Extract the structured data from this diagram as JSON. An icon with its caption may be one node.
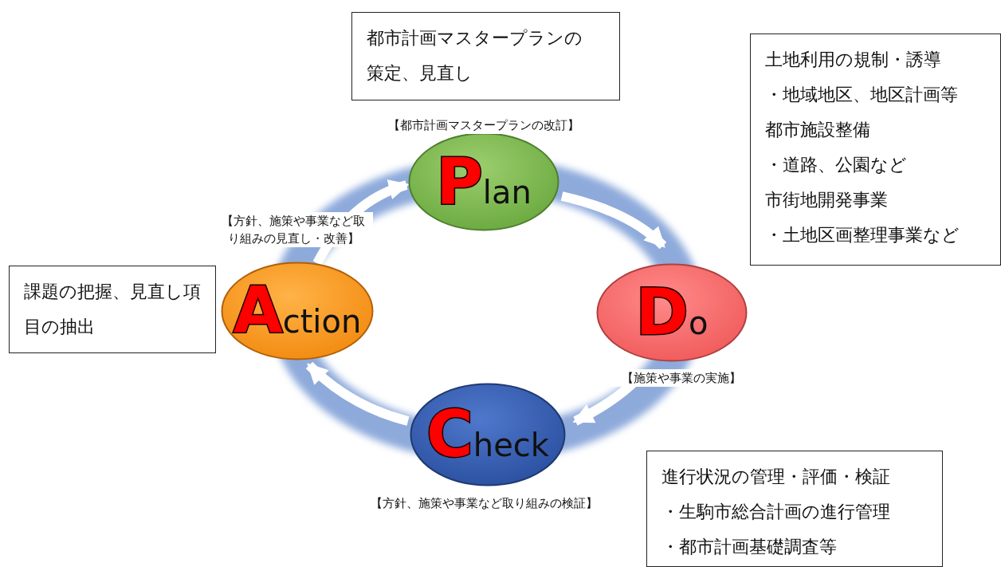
{
  "diagram": {
    "nodes": [
      {
        "text": [
          "都市計画マスタープランの策定、見直し"
        ]
      },
      {
        "text": [
          "土地利用の規制・誘導",
          "・地域地区、地区計画等",
          "都市施設整備",
          "・道路、公園など",
          "市街地開発事業",
          "・土地区画整理事業など"
        ]
      },
      {
        "text": [
          "Plan"
        ],
        "beside": [
          "【都市計画マスタープランの改訂】"
        ]
      },
      {
        "text": [
          "Action"
        ],
        "beside": [
          "【方針、施策や事業など取り組みの見直し・改善】"
        ]
      },
      {
        "text": [
          "Do"
        ],
        "beside": [
          "【施策や事業の実施】"
        ]
      },
      {
        "text": [
          "課題の把握、見直し項目の抽出"
        ]
      },
      {
        "text": [
          "Check"
        ],
        "beside": [
          "【方針、施策や事業など取り組みの検証】"
        ]
      },
      {
        "text": [
          "進行状況の管理・評価・検証",
          "・生駒市総合計画の進行管理",
          "・都市計画基礎調査等"
        ]
      }
    ],
    "edges": [
      {
        "from": 2,
        "to": 4,
        "arrow": "to"
      },
      {
        "from": 4,
        "to": 6,
        "arrow": "to"
      },
      {
        "from": 6,
        "to": 3,
        "arrow": "to"
      },
      {
        "from": 3,
        "to": 2,
        "arrow": "to"
      }
    ]
  }
}
